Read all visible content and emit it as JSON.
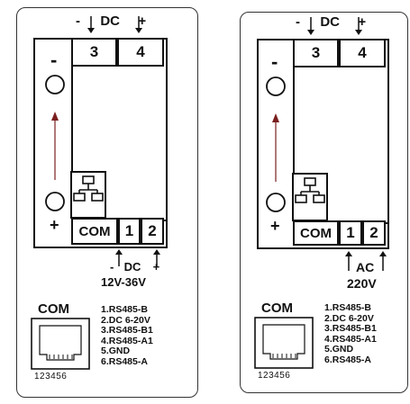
{
  "diagrams": [
    {
      "top_label": {
        "minus": "-",
        "dc": "DC",
        "plus": "+"
      },
      "top_terminals": [
        "3",
        "4"
      ],
      "bottom_terminals": [
        "COM",
        "1",
        "2"
      ],
      "side_minus": "-",
      "side_plus": "+",
      "bottom_supply": {
        "minus": "-",
        "type": "DC",
        "plus": "+"
      },
      "supply_range": "12V-36V",
      "port_title": "COM",
      "port_pin_numbers": "123456",
      "pins": [
        "1.RS485-B",
        "2.DC 6-20V",
        "3.RS485-B1",
        "4.RS485-A1",
        "5.GND",
        "6.RS485-A"
      ]
    },
    {
      "top_label": {
        "minus": "-",
        "dc": "DC",
        "plus": "+"
      },
      "top_terminals": [
        "3",
        "4"
      ],
      "bottom_terminals": [
        "COM",
        "1",
        "2"
      ],
      "side_minus": "-",
      "side_plus": "+",
      "bottom_supply": {
        "minus": "",
        "type": "AC",
        "plus": ""
      },
      "supply_range": "220V",
      "port_title": "COM",
      "port_pin_numbers": "123456",
      "pins": [
        "1.RS485-B",
        "2.DC 6-20V",
        "3.RS485-B1",
        "4.RS485-A1",
        "5.GND",
        "6.RS485-A"
      ]
    }
  ],
  "colors": {
    "line": "#111111",
    "arrow": "#7a1f1f",
    "panel_border": "#333333"
  }
}
